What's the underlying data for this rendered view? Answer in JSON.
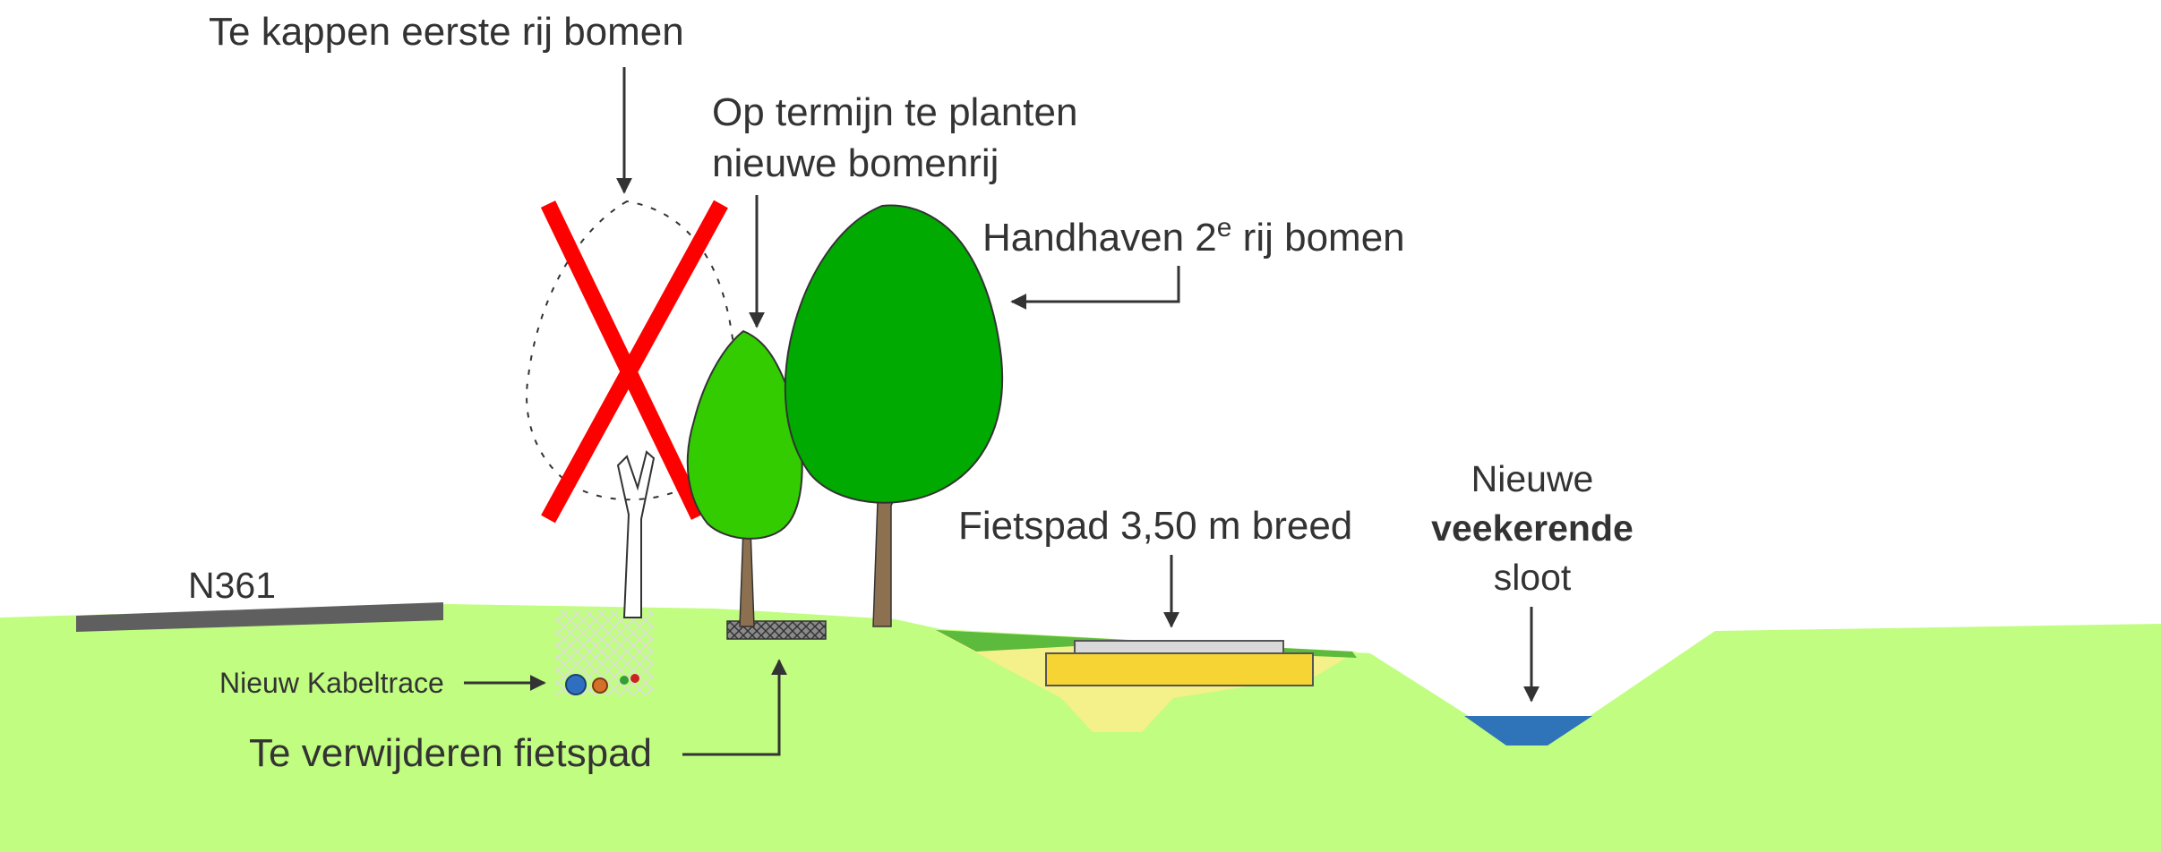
{
  "labels": {
    "cut_trees": "Te kappen eerste rij bomen",
    "new_row_line1": "Op termijn te planten",
    "new_row_line2": "nieuwe bomenrij",
    "keep_main": "Handhaven 2",
    "keep_sup": "e",
    "keep_rest": " rij bomen",
    "road": "N361",
    "cable": "Nieuw Kabeltrace",
    "remove_path": "Te verwijderen fietspad",
    "bikepath": "Fietspad 3,50 m breed",
    "ditch_line1": "Nieuwe",
    "ditch_line2": "veekerende",
    "ditch_line3": "sloot"
  },
  "colors": {
    "ground": "#c1fd80",
    "road": "#5f5f5f",
    "tree_light": "#33cc00",
    "tree_dark": "#00aa00",
    "trunk": "#8c7050",
    "cross": "#ff0000",
    "sand_light": "#f4f08a",
    "sand_yellow": "#f5d433",
    "water": "#2f73b8",
    "verge": "#5cba3c",
    "cable_blue": "#2f6fbf",
    "cable_orange": "#d5702a",
    "cable_green": "#33a033",
    "cable_red": "#cc2222"
  }
}
